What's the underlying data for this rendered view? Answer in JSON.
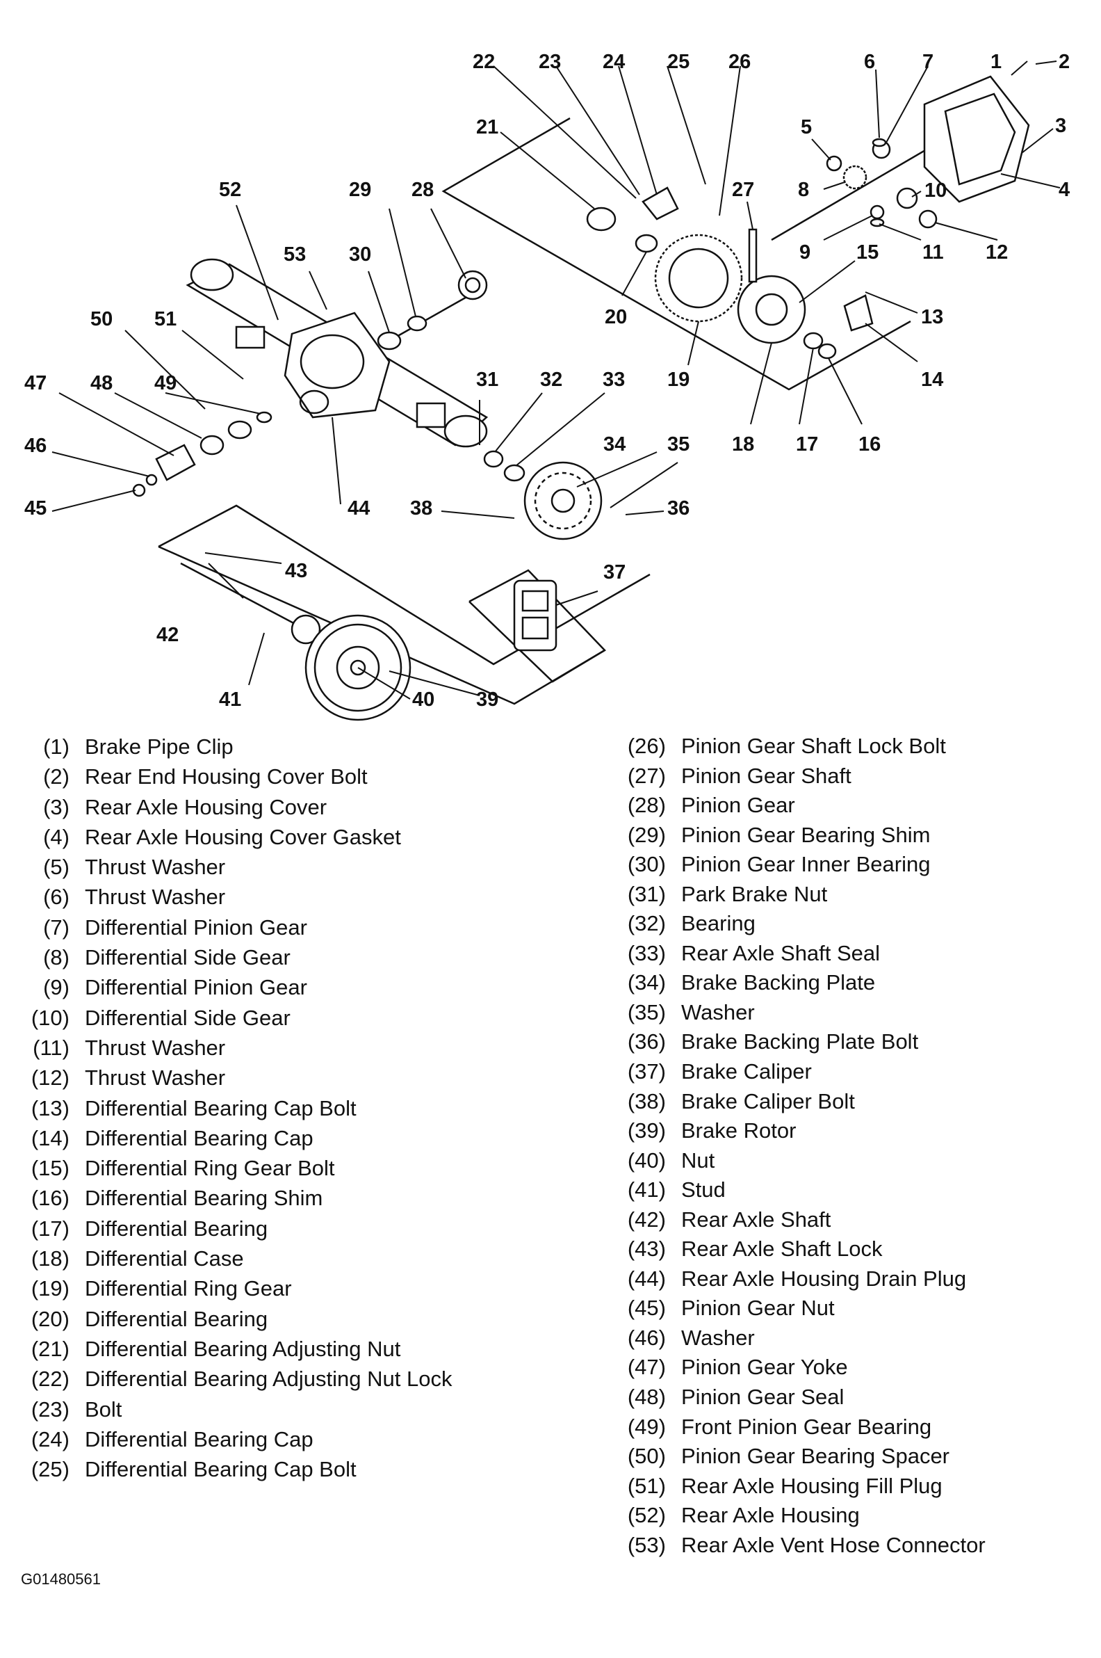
{
  "figure_id": "G01480561",
  "callouts": [
    "1",
    "2",
    "3",
    "4",
    "5",
    "6",
    "7",
    "8",
    "9",
    "10",
    "11",
    "12",
    "13",
    "14",
    "15",
    "16",
    "17",
    "18",
    "19",
    "20",
    "21",
    "22",
    "23",
    "24",
    "25",
    "26",
    "27",
    "28",
    "29",
    "30",
    "31",
    "32",
    "33",
    "34",
    "35",
    "36",
    "37",
    "38",
    "39",
    "40",
    "41",
    "42",
    "43",
    "44",
    "45",
    "46",
    "47",
    "48",
    "49",
    "50",
    "51",
    "52",
    "53"
  ],
  "legend_left": [
    {
      "num": "(1)",
      "text": "Brake Pipe Clip"
    },
    {
      "num": "(2)",
      "text": "Rear End Housing Cover Bolt"
    },
    {
      "num": "(3)",
      "text": "Rear Axle Housing Cover"
    },
    {
      "num": "(4)",
      "text": "Rear Axle Housing Cover Gasket"
    },
    {
      "num": "(5)",
      "text": "Thrust Washer"
    },
    {
      "num": "(6)",
      "text": "Thrust Washer"
    },
    {
      "num": "(7)",
      "text": "Differential Pinion Gear"
    },
    {
      "num": "(8)",
      "text": "Differential Side Gear"
    },
    {
      "num": "(9)",
      "text": "Differential Pinion Gear"
    },
    {
      "num": "(10)",
      "text": "Differential Side Gear"
    },
    {
      "num": "(11)",
      "text": "Thrust Washer"
    },
    {
      "num": "(12)",
      "text": "Thrust Washer"
    },
    {
      "num": "(13)",
      "text": "Differential Bearing Cap Bolt"
    },
    {
      "num": "(14)",
      "text": "Differential Bearing Cap"
    },
    {
      "num": "(15)",
      "text": "Differential Ring Gear Bolt"
    },
    {
      "num": "(16)",
      "text": "Differential Bearing Shim"
    },
    {
      "num": "(17)",
      "text": "Differential Bearing"
    },
    {
      "num": "(18)",
      "text": "Differential Case"
    },
    {
      "num": "(19)",
      "text": "Differential Ring Gear"
    },
    {
      "num": "(20)",
      "text": "Differential Bearing"
    },
    {
      "num": "(21)",
      "text": "Differential Bearing Adjusting Nut"
    },
    {
      "num": "(22)",
      "text": "Differential Bearing Adjusting Nut Lock"
    },
    {
      "num": "(23)",
      "text": "Bolt"
    },
    {
      "num": "(24)",
      "text": "Differential Bearing Cap"
    },
    {
      "num": "(25)",
      "text": "Differential Bearing Cap Bolt"
    }
  ],
  "legend_right": [
    {
      "num": "(26)",
      "text": "Pinion Gear Shaft Lock Bolt"
    },
    {
      "num": "(27)",
      "text": "Pinion Gear Shaft"
    },
    {
      "num": "(28)",
      "text": "Pinion Gear"
    },
    {
      "num": "(29)",
      "text": "Pinion Gear Bearing Shim"
    },
    {
      "num": "(30)",
      "text": "Pinion Gear Inner Bearing"
    },
    {
      "num": "(31)",
      "text": "Park Brake Nut"
    },
    {
      "num": "(32)",
      "text": "Bearing"
    },
    {
      "num": "(33)",
      "text": "Rear Axle Shaft Seal"
    },
    {
      "num": "(34)",
      "text": "Brake Backing Plate"
    },
    {
      "num": "(35)",
      "text": "Washer"
    },
    {
      "num": "(36)",
      "text": "Brake Backing Plate Bolt"
    },
    {
      "num": "(37)",
      "text": "Brake Caliper"
    },
    {
      "num": "(38)",
      "text": "Brake Caliper Bolt"
    },
    {
      "num": "(39)",
      "text": "Brake Rotor"
    },
    {
      "num": "(40)",
      "text": "Nut"
    },
    {
      "num": "(41)",
      "text": "Stud"
    },
    {
      "num": "(42)",
      "text": "Rear Axle Shaft"
    },
    {
      "num": "(43)",
      "text": "Rear Axle Shaft Lock"
    },
    {
      "num": "(44)",
      "text": "Rear Axle Housing Drain Plug"
    },
    {
      "num": "(45)",
      "text": "Pinion Gear Nut"
    },
    {
      "num": "(46)",
      "text": "Washer"
    },
    {
      "num": "(47)",
      "text": "Pinion Gear Yoke"
    },
    {
      "num": "(48)",
      "text": "Pinion Gear Seal"
    },
    {
      "num": "(49)",
      "text": "Front Pinion Gear Bearing"
    },
    {
      "num": "(50)",
      "text": "Pinion Gear Bearing Spacer"
    },
    {
      "num": "(51)",
      "text": "Rear Axle Housing Fill Plug"
    },
    {
      "num": "(52)",
      "text": "Rear Axle Housing"
    },
    {
      "num": "(53)",
      "text": "Rear Axle Vent Hose Connector"
    }
  ]
}
